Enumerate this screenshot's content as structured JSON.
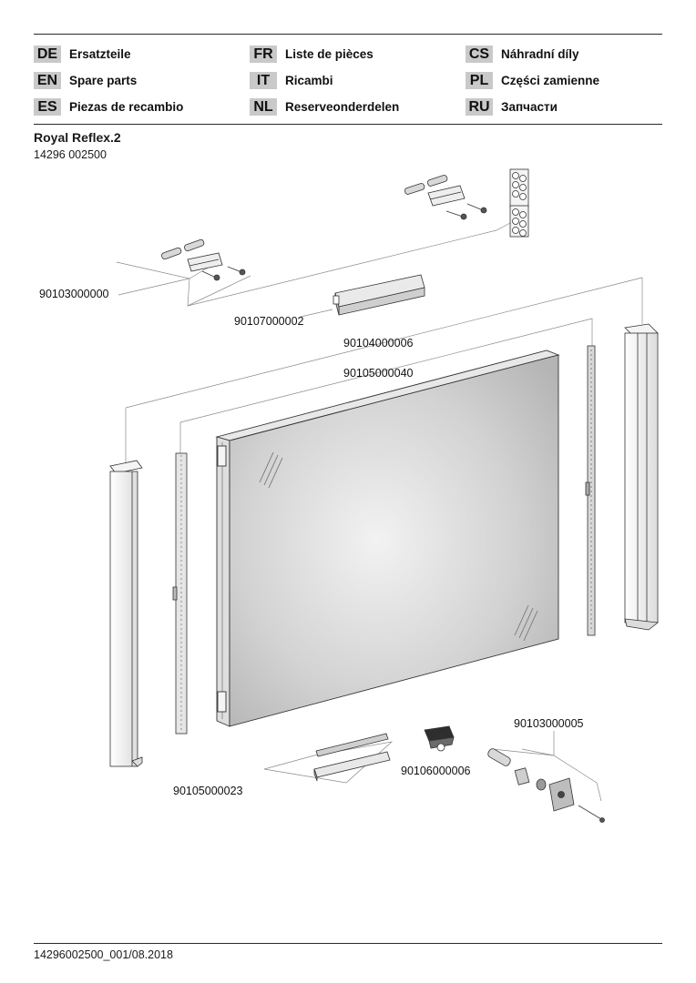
{
  "languages": [
    {
      "code": "DE",
      "name": "Ersatzteile"
    },
    {
      "code": "EN",
      "name": "Spare parts"
    },
    {
      "code": "ES",
      "name": "Piezas de recambio"
    },
    {
      "code": "FR",
      "name": "Liste de pièces"
    },
    {
      "code": "IT",
      "name": "Ricambi"
    },
    {
      "code": "NL",
      "name": "Reserveonderdelen"
    },
    {
      "code": "CS",
      "name": "Náhradní díly"
    },
    {
      "code": "PL",
      "name": "Części zamienne"
    },
    {
      "code": "RU",
      "name": "Запчасти"
    }
  ],
  "product": {
    "title": "Royal Reflex.2",
    "number": "14296 002500"
  },
  "parts": {
    "mounting_kit": "90103000000",
    "power_supply": "90107000002",
    "side_profile": "90104000006",
    "led_strip": "90105000040",
    "bottom_light": "90105000023",
    "switch": "90106000006",
    "wall_fixing": "90103000005"
  },
  "footer": {
    "doc_ref": "14296002500_001/08.2018"
  }
}
